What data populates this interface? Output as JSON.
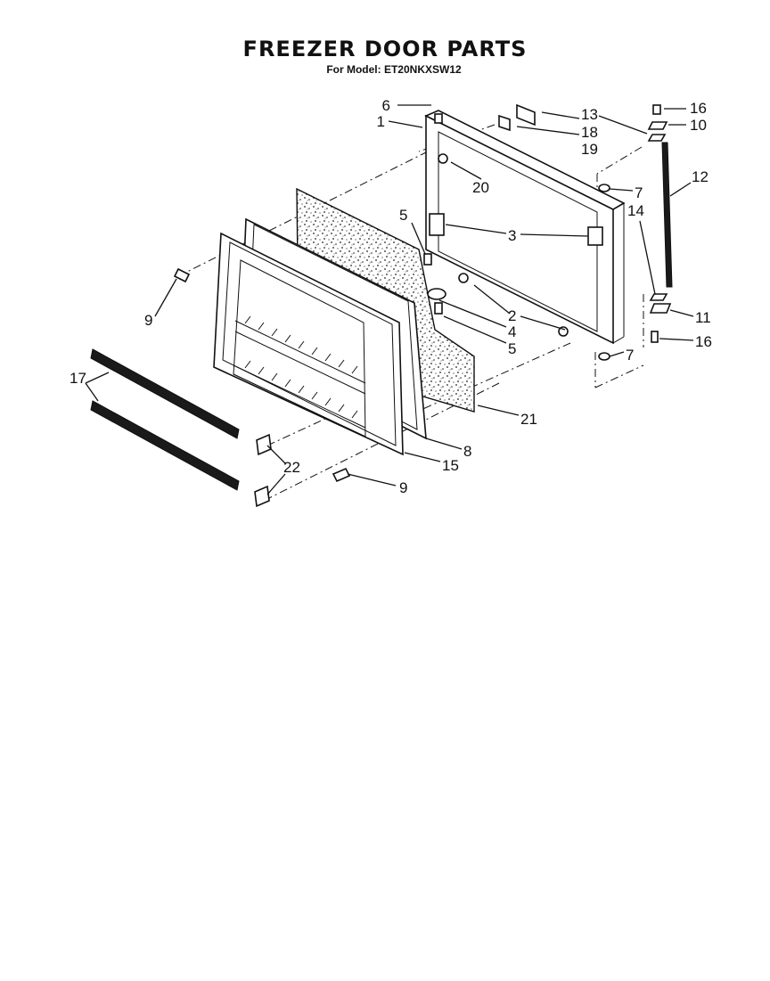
{
  "header": {
    "title": "FREEZER DOOR PARTS",
    "subtitle": "For Model: ET20NKXSW12"
  },
  "callouts": [
    "1",
    "2",
    "3",
    "4",
    "5",
    "5",
    "6",
    "7",
    "7",
    "8",
    "9",
    "9",
    "10",
    "11",
    "12",
    "13",
    "14",
    "15",
    "16",
    "16",
    "17",
    "18",
    "19",
    "20",
    "21",
    "22"
  ]
}
